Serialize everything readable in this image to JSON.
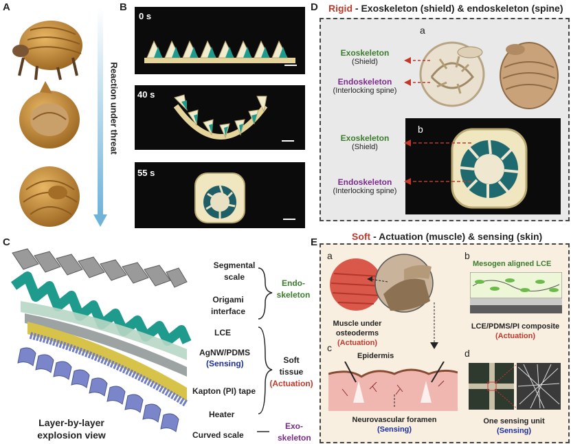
{
  "panels": {
    "A": "A",
    "B": "B",
    "C": "C",
    "D": "D",
    "E": "E"
  },
  "panel_a": {
    "arrow_label": "Reaction under threat"
  },
  "panel_b": {
    "times": [
      "0 s",
      "40 s",
      "55 s"
    ]
  },
  "panel_c": {
    "layers": [
      "Segmental scale",
      "Origami interface",
      "LCE",
      "AgNW/PDMS",
      "(Sensing)",
      "Kapton (PI) tape",
      "Heater",
      "Curved scale"
    ],
    "endo_label": "Endo-\nskeleton",
    "soft_label_1": "Soft",
    "soft_label_2": "tissue",
    "soft_label_3": "(Actuation)",
    "exo_label": "Exo-\nskeleton",
    "footer_1": "Layer-by-layer",
    "footer_2": "explosion view"
  },
  "panel_d": {
    "title_rigid": "Rigid",
    "title_rest": " - Exoskeleton (shield) & endoskeleton (spine)",
    "sub_a": "a",
    "sub_b": "b",
    "exo": "Exoskeleton",
    "shield": "(Shield)",
    "endo": "Endoskeleton",
    "spine": "(Interlocking spine)"
  },
  "panel_e": {
    "title_soft": "Soft",
    "title_rest": " - Actuation (muscle) & sensing (skin)",
    "sub_a": "a",
    "sub_b": "b",
    "sub_c": "c",
    "sub_d": "d",
    "muscle_1": "Muscle under",
    "muscle_2": "osteoderms",
    "actuation": "(Actuation)",
    "mesogen": "Mesogen aligned LCE",
    "composite": "LCE/PDMS/PI composite",
    "epidermis": "Epidermis",
    "foramen": "Neurovascular foramen",
    "sensing": "(Sensing)",
    "unit": "One sensing unit"
  },
  "colors": {
    "armadillo": "#c8913a",
    "teal": "#1f9b8e",
    "lce": "#b6d6c4",
    "kapton": "#d8c34a",
    "heater": "#7a86c9",
    "muscle": "#d9584a",
    "skin": "#f0b6b0"
  }
}
